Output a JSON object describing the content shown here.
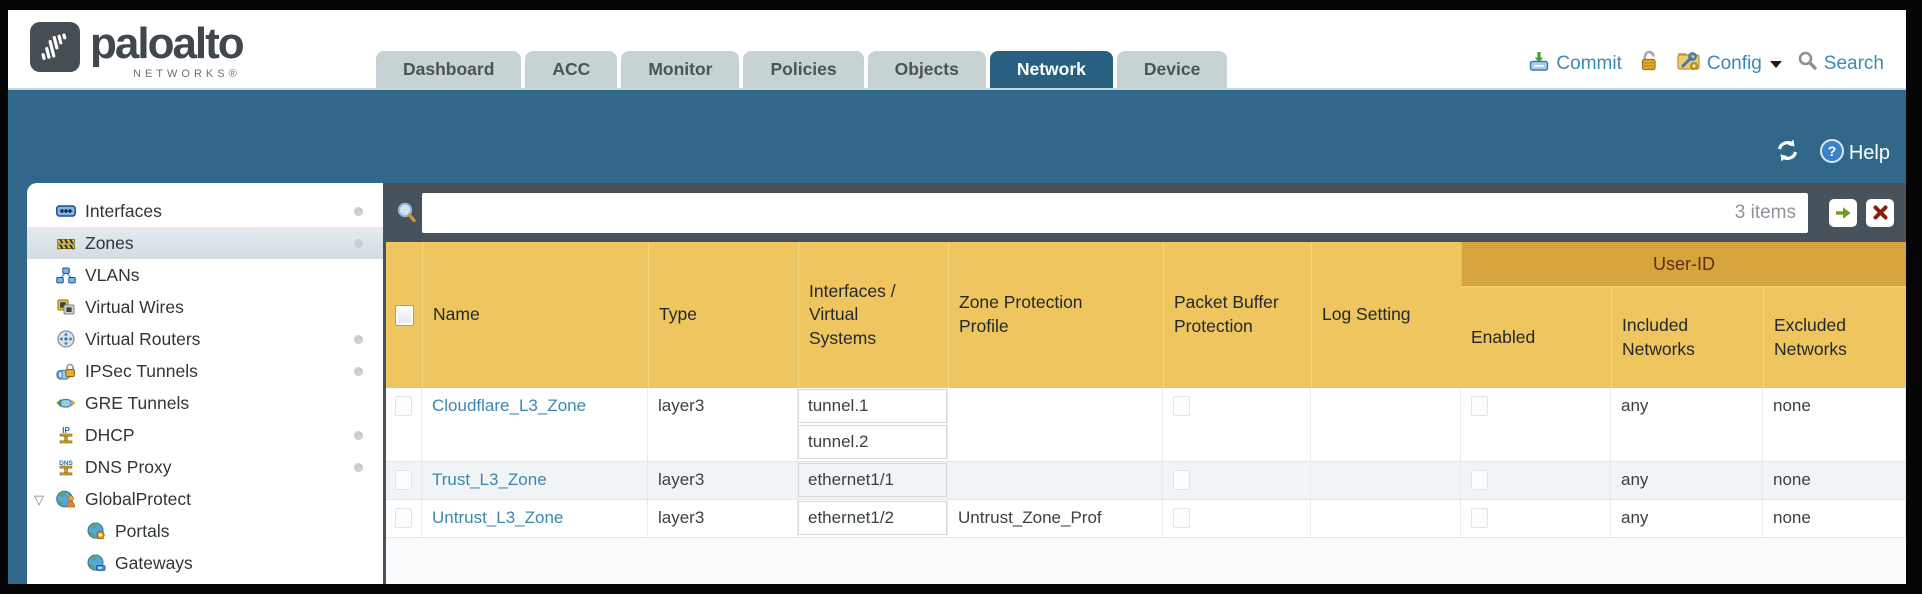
{
  "header": {
    "brand": "paloalto",
    "brand_sub": "NETWORKS®",
    "tabs": [
      {
        "label": "Dashboard"
      },
      {
        "label": "ACC"
      },
      {
        "label": "Monitor"
      },
      {
        "label": "Policies"
      },
      {
        "label": "Objects"
      },
      {
        "label": "Network",
        "active": true
      },
      {
        "label": "Device"
      }
    ],
    "actions": {
      "commit": "Commit",
      "config": "Config",
      "search": "Search"
    }
  },
  "band": {
    "help": "Help"
  },
  "sidebar": {
    "items": [
      {
        "label": "Interfaces",
        "icon": "interfaces-icon",
        "dot": true
      },
      {
        "label": "Zones",
        "icon": "zones-icon",
        "dot": true,
        "selected": true
      },
      {
        "label": "VLANs",
        "icon": "vlans-icon"
      },
      {
        "label": "Virtual Wires",
        "icon": "virtual-wires-icon"
      },
      {
        "label": "Virtual Routers",
        "icon": "virtual-routers-icon",
        "dot": true
      },
      {
        "label": "IPSec Tunnels",
        "icon": "ipsec-tunnels-icon",
        "dot": true
      },
      {
        "label": "GRE Tunnels",
        "icon": "gre-tunnels-icon"
      },
      {
        "label": "DHCP",
        "icon": "dhcp-icon",
        "dot": true
      },
      {
        "label": "DNS Proxy",
        "icon": "dns-proxy-icon",
        "dot": true
      },
      {
        "label": "GlobalProtect",
        "icon": "globalprotect-icon",
        "expanded": true
      },
      {
        "label": "Portals",
        "icon": "portals-icon",
        "indent": true
      },
      {
        "label": "Gateways",
        "icon": "gateways-icon",
        "indent": true
      }
    ]
  },
  "toolbar": {
    "search_value": "",
    "count": "3 items"
  },
  "table": {
    "columns": {
      "name": "Name",
      "type": "Type",
      "interfaces": "Interfaces / Virtual Systems",
      "zone_protection_profile": "Zone Protection Profile",
      "packet_buffer_protection": "Packet Buffer Protection",
      "log_setting": "Log Setting",
      "enabled": "Enabled",
      "included_networks": "Included Networks",
      "excluded_networks": "Excluded Networks"
    },
    "group_header": "User-ID",
    "rows": [
      {
        "name": "Cloudflare_L3_Zone",
        "type": "layer3",
        "interfaces": [
          "tunnel.1",
          "tunnel.2"
        ],
        "zone_protection_profile": "",
        "packet_buffer_protection_checked": false,
        "log_setting": "",
        "enabled_checked": false,
        "included_networks": "any",
        "excluded_networks": "none"
      },
      {
        "name": "Trust_L3_Zone",
        "type": "layer3",
        "interfaces": [
          "ethernet1/1"
        ],
        "zone_protection_profile": "",
        "packet_buffer_protection_checked": false,
        "log_setting": "",
        "enabled_checked": false,
        "included_networks": "any",
        "excluded_networks": "none"
      },
      {
        "name": "Untrust_L3_Zone",
        "type": "layer3",
        "interfaces": [
          "ethernet1/2"
        ],
        "zone_protection_profile": "Untrust_Zone_Prof",
        "packet_buffer_protection_checked": false,
        "log_setting": "",
        "enabled_checked": false,
        "included_networks": "any",
        "excluded_networks": "none"
      }
    ]
  },
  "colors": {
    "teal_band": "#31688a",
    "active_tab": "#276080",
    "inactive_tab": "#c7d2d4",
    "toolbar_dark": "#47525b",
    "table_header_gold": "#eec55e",
    "table_group_gold": "#d6a53d",
    "link_blue": "#3c87ad",
    "action_blue": "#4089b5",
    "alt_row": "#f1f4f6"
  }
}
